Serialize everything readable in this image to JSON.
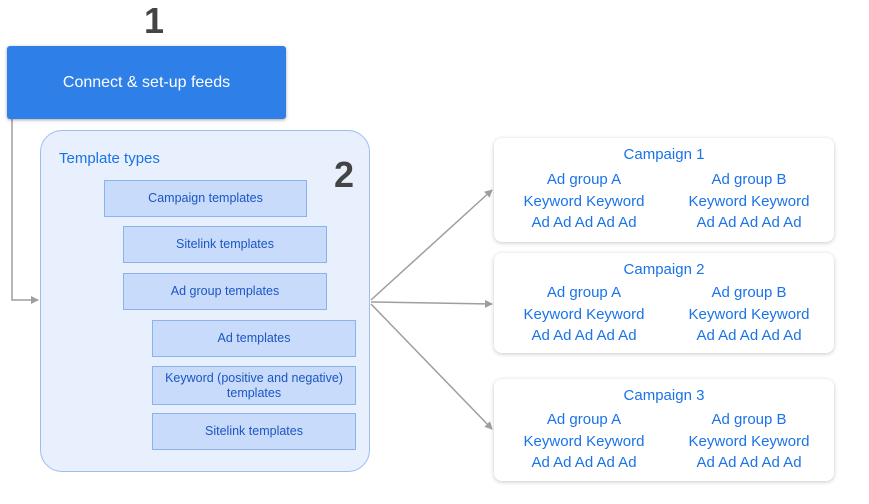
{
  "steps": {
    "one": "1",
    "two": "2"
  },
  "feeds_button": {
    "label": "Connect & set-up feeds"
  },
  "template_panel": {
    "title": "Template types",
    "items": [
      "Campaign templates",
      "Sitelink templates",
      "Ad group templates",
      "Ad templates",
      "Keyword (positive and negative) templates",
      "Sitelink templates"
    ]
  },
  "campaigns": [
    {
      "title": "Campaign 1",
      "groups": [
        {
          "name": "Ad group A",
          "keywords": "Keyword Keyword",
          "ads": "Ad Ad Ad Ad Ad"
        },
        {
          "name": "Ad group B",
          "keywords": "Keyword Keyword",
          "ads": "Ad Ad Ad Ad Ad"
        }
      ]
    },
    {
      "title": "Campaign 2",
      "groups": [
        {
          "name": "Ad group A",
          "keywords": "Keyword Keyword",
          "ads": "Ad Ad Ad Ad Ad"
        },
        {
          "name": "Ad group B",
          "keywords": "Keyword Keyword",
          "ads": "Ad Ad Ad Ad Ad"
        }
      ]
    },
    {
      "title": "Campaign 3",
      "groups": [
        {
          "name": "Ad group A",
          "keywords": "Keyword Keyword",
          "ads": "Ad Ad Ad Ad Ad"
        },
        {
          "name": "Ad group B",
          "keywords": "Keyword Keyword",
          "ads": "Ad Ad Ad Ad Ad"
        }
      ]
    }
  ],
  "colors": {
    "primary_blue": "#2f7fe8",
    "text_blue": "#1a73e8",
    "panel_fill": "#e8f0fd",
    "template_fill": "#c9dbfa",
    "connector_gray": "#9e9e9e"
  }
}
